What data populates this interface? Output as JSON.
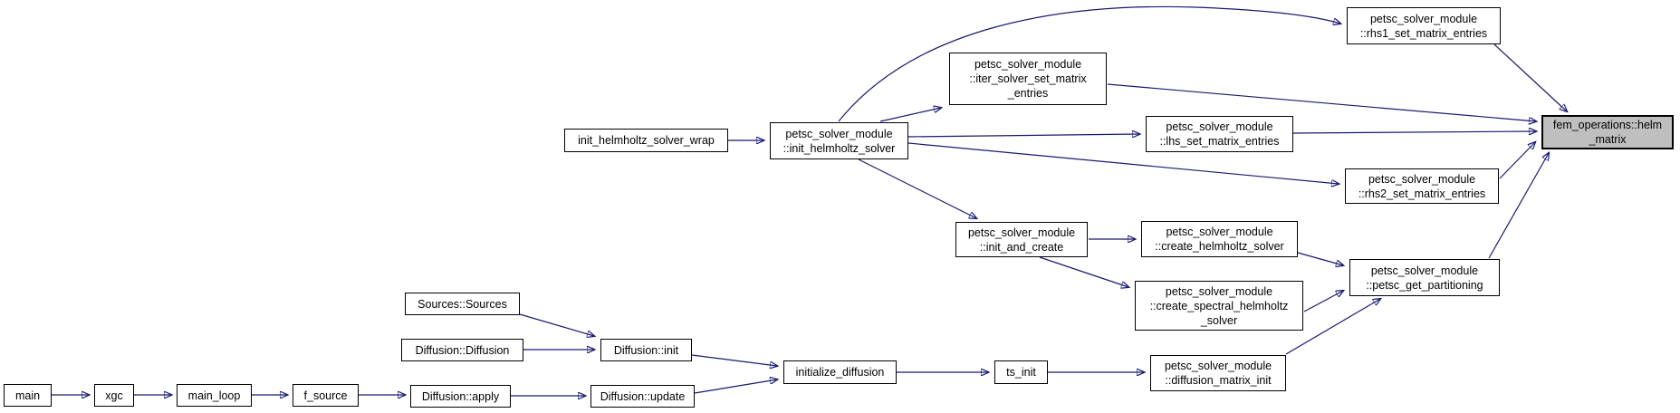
{
  "diagram": {
    "type": "call-graph",
    "highlighted_node": "fem_operations::helm_matrix",
    "colors": {
      "edge": "#191970",
      "node_border": "#000000",
      "node_fill": "#ffffff",
      "highlight_fill": "#bfbfbf",
      "text": "#000000"
    },
    "nodes": [
      {
        "id": "main",
        "label": "main",
        "highlighted": false
      },
      {
        "id": "xgc",
        "label": "xgc",
        "highlighted": false
      },
      {
        "id": "main_loop",
        "label": "main_loop",
        "highlighted": false
      },
      {
        "id": "f_source",
        "label": "f_source",
        "highlighted": false
      },
      {
        "id": "diffusion_apply",
        "label": "Diffusion::apply",
        "highlighted": false
      },
      {
        "id": "diffusion_update",
        "label": "Diffusion::update",
        "highlighted": false
      },
      {
        "id": "sources_sources",
        "label": "Sources::Sources",
        "highlighted": false
      },
      {
        "id": "diffusion_diffusion",
        "label": "Diffusion::Diffusion",
        "highlighted": false
      },
      {
        "id": "diffusion_init",
        "label": "Diffusion::init",
        "highlighted": false
      },
      {
        "id": "initialize_diffusion",
        "label": "initialize_diffusion",
        "highlighted": false
      },
      {
        "id": "ts_init",
        "label": "ts_init",
        "highlighted": false
      },
      {
        "id": "diffusion_matrix_init",
        "label": "petsc_solver_module\n::diffusion_matrix_init",
        "highlighted": false
      },
      {
        "id": "init_helmholtz_solver_wrap",
        "label": "init_helmholtz_solver_wrap",
        "highlighted": false
      },
      {
        "id": "init_helmholtz_solver",
        "label": "petsc_solver_module\n::init_helmholtz_solver",
        "highlighted": false
      },
      {
        "id": "rhs1_set_matrix_entries",
        "label": "petsc_solver_module\n::rhs1_set_matrix_entries",
        "highlighted": false
      },
      {
        "id": "iter_solver_set_matrix_entries",
        "label": "petsc_solver_module\n::iter_solver_set_matrix\n_entries",
        "highlighted": false
      },
      {
        "id": "lhs_set_matrix_entries",
        "label": "petsc_solver_module\n::lhs_set_matrix_entries",
        "highlighted": false
      },
      {
        "id": "rhs2_set_matrix_entries",
        "label": "petsc_solver_module\n::rhs2_set_matrix_entries",
        "highlighted": false
      },
      {
        "id": "init_and_create",
        "label": "petsc_solver_module\n::init_and_create",
        "highlighted": false
      },
      {
        "id": "create_helmholtz_solver",
        "label": "petsc_solver_module\n::create_helmholtz_solver",
        "highlighted": false
      },
      {
        "id": "create_spectral_helmholtz_solver",
        "label": "petsc_solver_module\n::create_spectral_helmholtz\n_solver",
        "highlighted": false
      },
      {
        "id": "petsc_get_partitioning",
        "label": "petsc_solver_module\n::petsc_get_partitioning",
        "highlighted": false
      },
      {
        "id": "helm_matrix",
        "label": "fem_operations::helm\n_matrix",
        "highlighted": true
      }
    ],
    "edges": [
      {
        "from": "main",
        "to": "xgc"
      },
      {
        "from": "xgc",
        "to": "main_loop"
      },
      {
        "from": "main_loop",
        "to": "f_source"
      },
      {
        "from": "f_source",
        "to": "diffusion_apply"
      },
      {
        "from": "diffusion_apply",
        "to": "diffusion_update"
      },
      {
        "from": "diffusion_update",
        "to": "initialize_diffusion"
      },
      {
        "from": "sources_sources",
        "to": "diffusion_init"
      },
      {
        "from": "diffusion_diffusion",
        "to": "diffusion_init"
      },
      {
        "from": "diffusion_init",
        "to": "initialize_diffusion"
      },
      {
        "from": "initialize_diffusion",
        "to": "ts_init"
      },
      {
        "from": "ts_init",
        "to": "diffusion_matrix_init"
      },
      {
        "from": "diffusion_matrix_init",
        "to": "petsc_get_partitioning"
      },
      {
        "from": "init_helmholtz_solver_wrap",
        "to": "init_helmholtz_solver"
      },
      {
        "from": "init_helmholtz_solver",
        "to": "rhs1_set_matrix_entries"
      },
      {
        "from": "init_helmholtz_solver",
        "to": "iter_solver_set_matrix_entries"
      },
      {
        "from": "init_helmholtz_solver",
        "to": "lhs_set_matrix_entries"
      },
      {
        "from": "init_helmholtz_solver",
        "to": "rhs2_set_matrix_entries"
      },
      {
        "from": "init_helmholtz_solver",
        "to": "init_and_create"
      },
      {
        "from": "init_and_create",
        "to": "create_helmholtz_solver"
      },
      {
        "from": "init_and_create",
        "to": "create_spectral_helmholtz_solver"
      },
      {
        "from": "create_helmholtz_solver",
        "to": "petsc_get_partitioning"
      },
      {
        "from": "create_spectral_helmholtz_solver",
        "to": "petsc_get_partitioning"
      },
      {
        "from": "rhs1_set_matrix_entries",
        "to": "helm_matrix"
      },
      {
        "from": "iter_solver_set_matrix_entries",
        "to": "helm_matrix"
      },
      {
        "from": "lhs_set_matrix_entries",
        "to": "helm_matrix"
      },
      {
        "from": "rhs2_set_matrix_entries",
        "to": "helm_matrix"
      },
      {
        "from": "petsc_get_partitioning",
        "to": "helm_matrix"
      }
    ]
  }
}
